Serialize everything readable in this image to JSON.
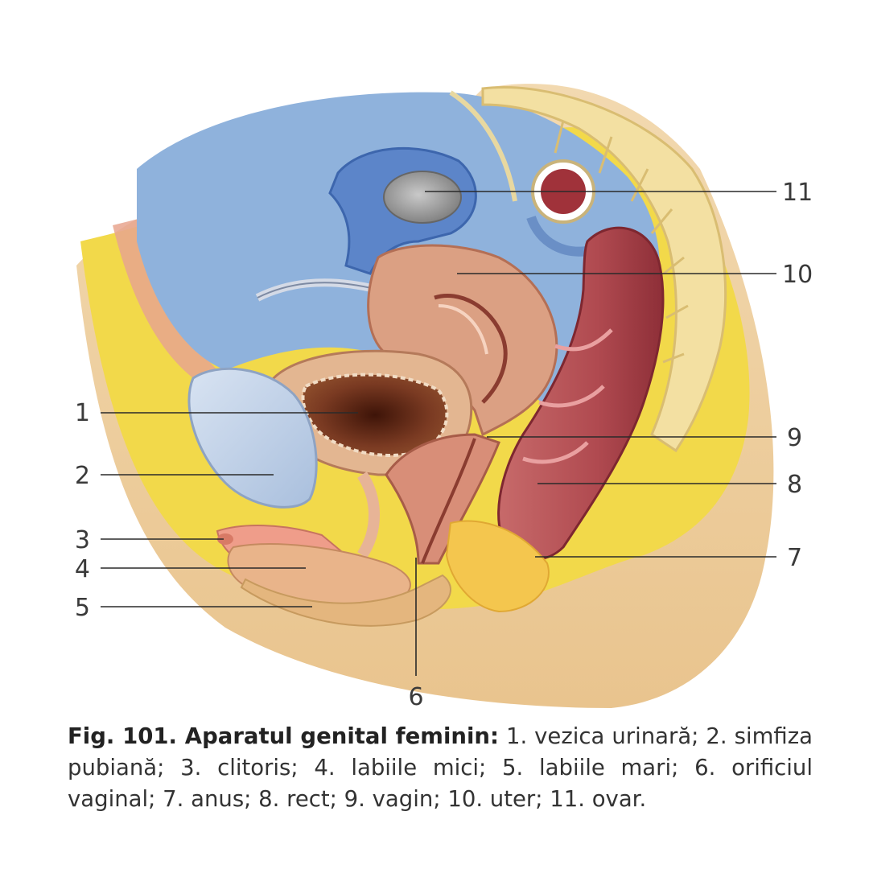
{
  "figure": {
    "labels": [
      {
        "num": "1",
        "meaning": "vezica urinară"
      },
      {
        "num": "2",
        "meaning": "simfiza pubiană"
      },
      {
        "num": "3",
        "meaning": "clitoris"
      },
      {
        "num": "4",
        "meaning": "labiile mici"
      },
      {
        "num": "5",
        "meaning": "labiile mari"
      },
      {
        "num": "6",
        "meaning": "orificiul vaginal"
      },
      {
        "num": "7",
        "meaning": "anus"
      },
      {
        "num": "8",
        "meaning": "rect"
      },
      {
        "num": "9",
        "meaning": "vagin"
      },
      {
        "num": "10",
        "meaning": "uter"
      },
      {
        "num": "11",
        "meaning": "ovar"
      }
    ]
  },
  "caption": {
    "title": "Fig. 101. Aparatul genital feminin:",
    "text": " 1. vezica urinară; 2. simfiza pubiană; 3. clitoris; 4. labiile mici; 5. labiile mari; 6. orificiul vaginal; 7. anus; 8. rect; 9. vagin; 10. uter; 11. ovar."
  },
  "colors": {
    "peritoneum_blue": "#8fb2dc",
    "fat_yellow": "#f3dc4e",
    "skin": "#efd3a6",
    "uterus": "#dba083",
    "rectum": "#b9545a",
    "bladder_lumen": "#6a2a18"
  }
}
